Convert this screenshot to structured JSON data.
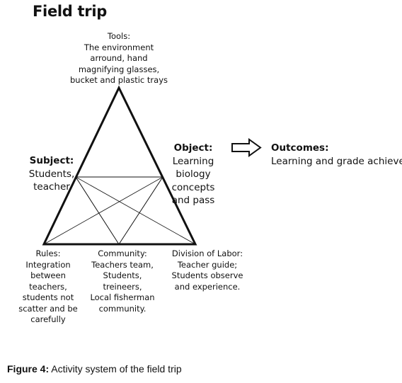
{
  "title": "Field trip",
  "tools": {
    "heading": "Tools:",
    "lines": [
      "The environment",
      "arround, hand",
      "magnifying glasses,",
      "bucket and plastic trays"
    ]
  },
  "subject": {
    "heading": "Subject:",
    "lines": [
      "Students,",
      "teacher"
    ]
  },
  "object": {
    "heading": "Object:",
    "lines": [
      "Learning",
      "biology",
      "concepts",
      "and pass"
    ]
  },
  "outcomes": {
    "heading": "Outcomes:",
    "lines": [
      "Learning and grade achieved"
    ]
  },
  "rules": {
    "heading": "Rules:",
    "lines": [
      "Integration",
      "between",
      "teachers,",
      "students not",
      "scatter and be",
      "carefully"
    ]
  },
  "community": {
    "heading": "Community:",
    "lines": [
      "Teachers team,",
      "Students,",
      "treineers,",
      "Local fisherman",
      "community."
    ]
  },
  "division": {
    "heading": "Division of Labor:",
    "lines": [
      "Teacher guide;",
      "Students observe",
      "and experience."
    ]
  },
  "caption": {
    "label": "Figure 4:",
    "text": " Activity system of the field trip"
  },
  "colors": {
    "ink": "#111111",
    "background": "#ffffff"
  }
}
